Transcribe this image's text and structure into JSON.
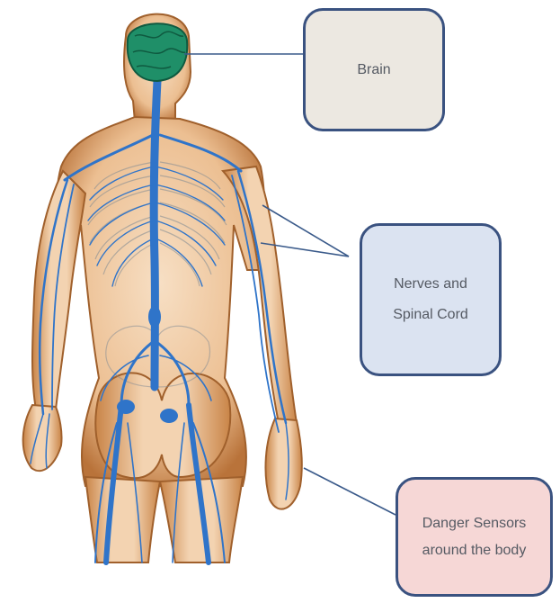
{
  "labels": {
    "brain": "Brain",
    "nerves": "Nerves and\nSpinal Cord",
    "sensors": "Danger Sensors\naround the body"
  },
  "colors": {
    "box_border": "#3a5280",
    "brain_fill": "#ece8e1",
    "nerves_fill": "#dbe3f1",
    "sensors_fill": "#f6d7d6",
    "skin": "#e9b889",
    "skin_edge": "#a0602c",
    "nerve_blue": "#2f74c9",
    "brain_green": "#1f8f68",
    "leader_line": "#3a5a8a"
  },
  "icons": {
    "figure": "human-nervous-system-figure"
  }
}
